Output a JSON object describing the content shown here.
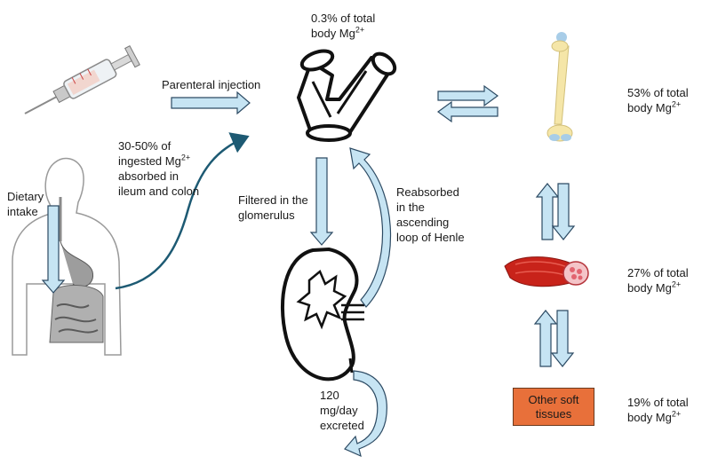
{
  "labels": {
    "blood_pct": "0.3% of total body Mg",
    "injection": "Parenteral injection",
    "absorbed": "30-50% of ingested Mg",
    "absorbed_rest": "absorbed in ileum and colon",
    "dietary": "Dietary intake",
    "filtered": "Filtered in the glomerulus",
    "reabsorbed": "Reabsorbed in the ascending loop of Henle",
    "excreted": "120 mg/day excreted",
    "bone_pct": "53% of total body Mg",
    "muscle_pct": "27% of total body Mg",
    "soft_pct": "19% of total body Mg",
    "soft_tissues": "Other soft tissues",
    "ion_charge": "2+"
  },
  "colors": {
    "arrow_fill": "#c6e4f3",
    "arrow_stroke": "#2c4a63",
    "curve_teal": "#1d5a73",
    "soft_tissue_box": "#e8703a",
    "bone": "#f5e6a8",
    "muscle": "#c8231a"
  },
  "icons": [
    "syringe-icon",
    "blood-vessel-icon",
    "kidney-icon",
    "bone-icon",
    "muscle-icon",
    "digestive-body-icon"
  ]
}
